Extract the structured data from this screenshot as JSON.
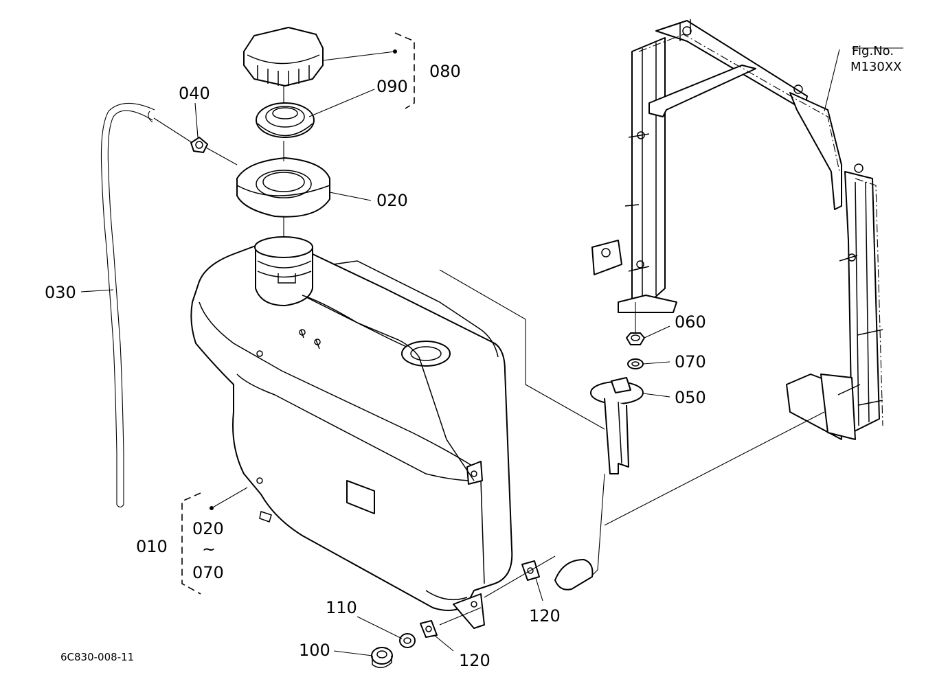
{
  "fig_label": "Fig.No.",
  "fig_code": "M130XX",
  "drawing_code": "6C830-008-11",
  "callouts": {
    "p010": "010",
    "p020_cap": "020",
    "p020_range": "020",
    "range_mark": "~",
    "p070_range": "070",
    "p030": "030",
    "p040": "040",
    "p050": "050",
    "p060": "060",
    "p070": "070",
    "p080": "080",
    "p090": "090",
    "p100": "100",
    "p110": "110",
    "p120_a": "120",
    "p120_b": "120"
  }
}
